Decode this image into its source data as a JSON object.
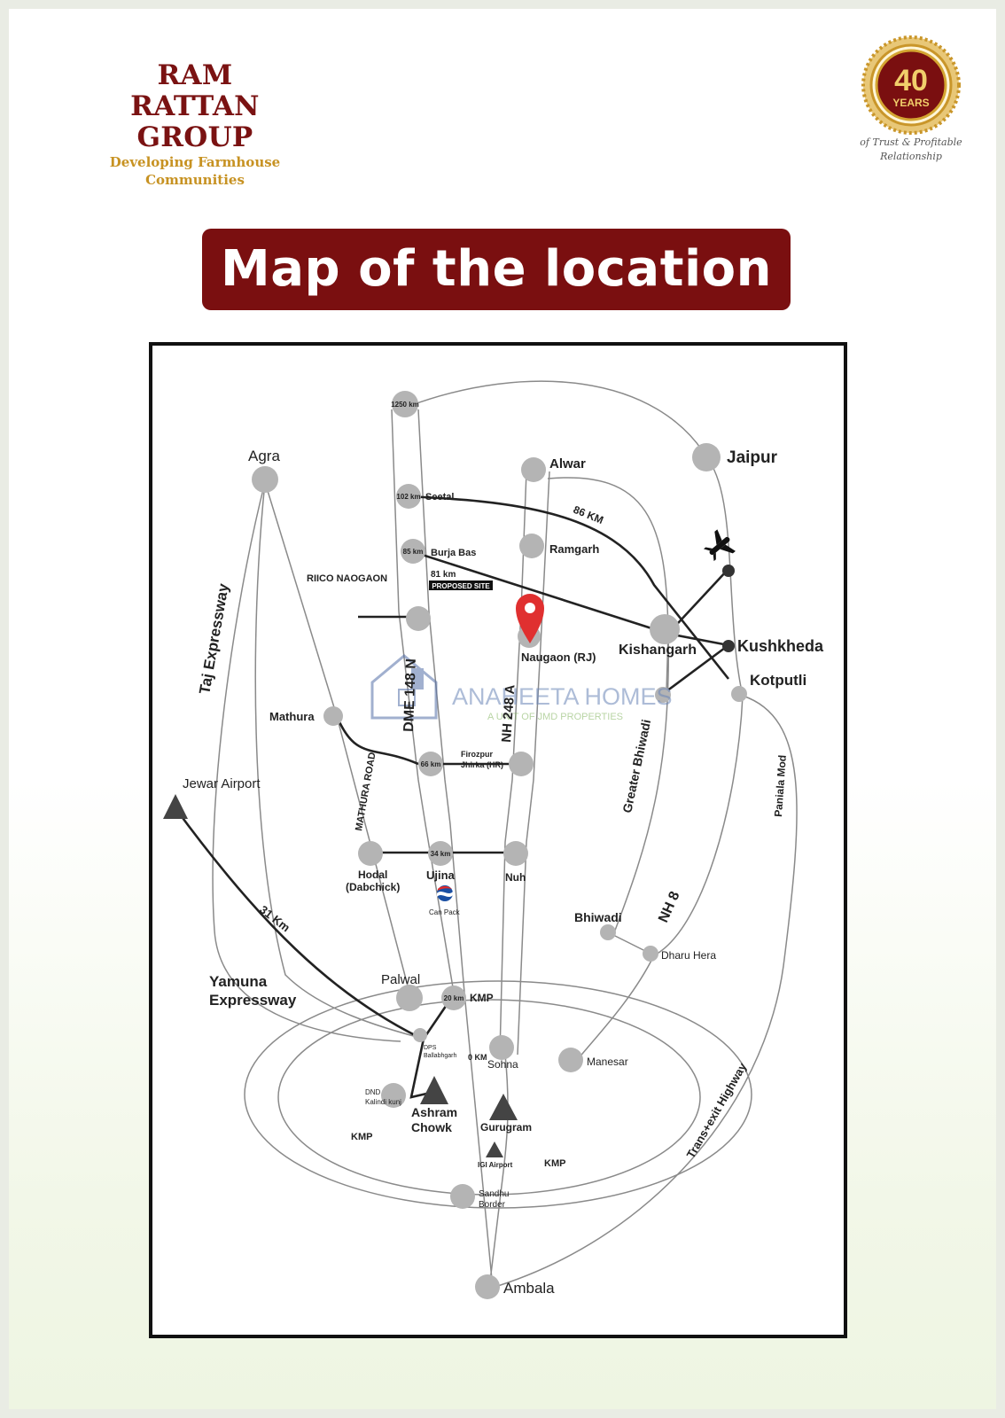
{
  "brand": {
    "line1": "RAM RATTAN",
    "line2": "GROUP",
    "tagline1": "Developing Farmhouse",
    "tagline2": "Communities"
  },
  "badge": {
    "number": "40",
    "unit": "YEARS",
    "caption1": "of Trust & Profitable",
    "caption2": "Relationship",
    "colors": {
      "gold": "#d4a531",
      "maroon": "#7a0f10"
    }
  },
  "title": "Map of the location",
  "watermark": {
    "name": "ANAHEETA HOMES",
    "sub": "A UNIT OF JMD PROPERTIES"
  },
  "map": {
    "places": {
      "agra": "Agra",
      "alwar": "Alwar",
      "jaipur": "Jaipur",
      "seetal": "Seetal",
      "burja_bas": "Burja Bas",
      "ramgarh": "Ramgarh",
      "riico": "RIICO NAOGAON",
      "proposed": "PROPOSED SITE",
      "naugaon": "Naugaon (RJ)",
      "kishangarh": "Kishangarh",
      "kushkheda": "Kushkheda",
      "kotputli": "Kotputli",
      "mathura": "Mathura",
      "firozpur1": "Firozpur",
      "firozpur2": "Jhirka (HR)",
      "jewar": "Jewar Airport",
      "hodal1": "Hodal",
      "hodal2": "(Dabchick)",
      "ujina": "Ujina",
      "nuh": "Nuh",
      "canpack": "Can Pack",
      "bhiwadi": "Bhiwadi",
      "dharuhera": "Dharu Hera",
      "palwal": "Palwal",
      "kmp_top": "KMP",
      "dps1": "DPS",
      "dps2": "Ballabhgarh",
      "zero_km": "0 KM",
      "sohna": "Sohna",
      "manesar": "Manesar",
      "dnd1": "DND",
      "dnd2": "Kalindi kunj",
      "ashram1": "Ashram",
      "ashram2": "Chowk",
      "gurugram": "Gurugram",
      "igi": "IGI Airport",
      "kmp_left": "KMP",
      "kmp_right": "KMP",
      "sandhu1": "Sandhu",
      "sandhu2": "Border",
      "ambala": "Ambala"
    },
    "roads": {
      "taj": "Taj Expressway",
      "dme": "DME 148 N",
      "nh248": "NH 248 A",
      "mathura_road": "MATHURA ROAD",
      "greater_bhiwadi": "Greater Bhiwadi",
      "paniala": "Paniala Mod",
      "nh8": "NH 8",
      "yamuna1": "Yamuna",
      "yamuna2": "Expressway",
      "trans": "Trans+exit Highway"
    },
    "distances": {
      "d1250": "1250 km",
      "d102": "102 km",
      "d85": "85 km",
      "d81": "81 km",
      "d66": "66 km",
      "d34": "34 km",
      "d20": "20 km",
      "d86": "86 KM",
      "d31": "31 Km"
    }
  }
}
